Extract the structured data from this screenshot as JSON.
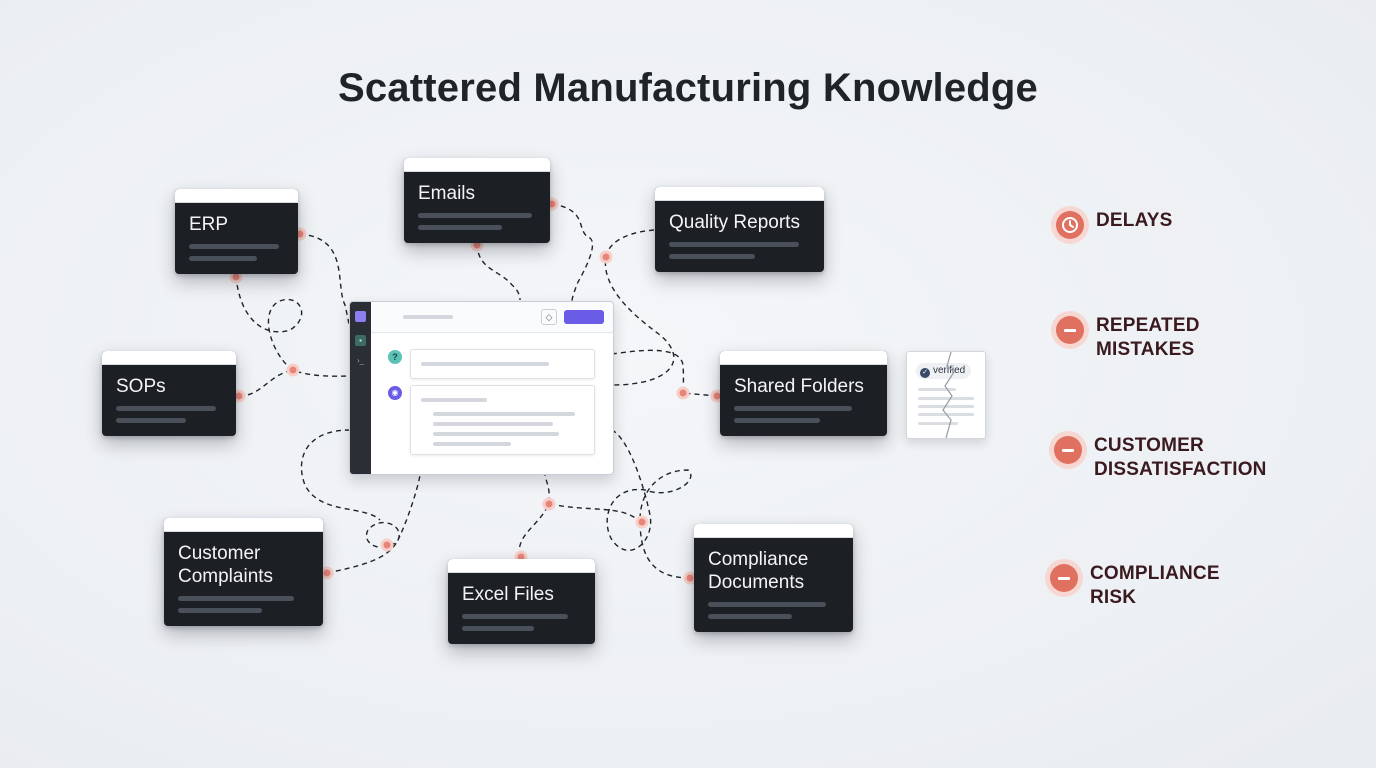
{
  "title": "Scattered Manufacturing Knowledge",
  "sources": [
    {
      "id": "erp",
      "label": "ERP"
    },
    {
      "id": "emails",
      "label": "Emails"
    },
    {
      "id": "quality",
      "label": "Quality Reports"
    },
    {
      "id": "sops",
      "label": "SOPs"
    },
    {
      "id": "shared",
      "label": "Shared Folders"
    },
    {
      "id": "complaints",
      "label": "Customer\nComplaints"
    },
    {
      "id": "excel",
      "label": "Excel Files"
    },
    {
      "id": "compliance",
      "label": "Compliance\nDocuments"
    }
  ],
  "document": {
    "badge": "verified",
    "badge_icon": "check-icon"
  },
  "hub_icons": {
    "question": "?",
    "bot": "bot-icon"
  },
  "impacts": [
    {
      "label": "DELAYS",
      "icon": "clock-icon"
    },
    {
      "label": "REPEATED\nMISTAKES",
      "icon": "minus-icon"
    },
    {
      "label": "CUSTOMER\nDISSATISFACTION",
      "icon": "minus-icon"
    },
    {
      "label": "COMPLIANCE\nRISK",
      "icon": "minus-icon"
    }
  ],
  "colors": {
    "card_bg": "#1c1f24",
    "impact_text": "#3a1a1f",
    "impact_icon": "#e0705f",
    "connector_dot": "#e8857a",
    "accent_button": "#6b5ce7"
  }
}
